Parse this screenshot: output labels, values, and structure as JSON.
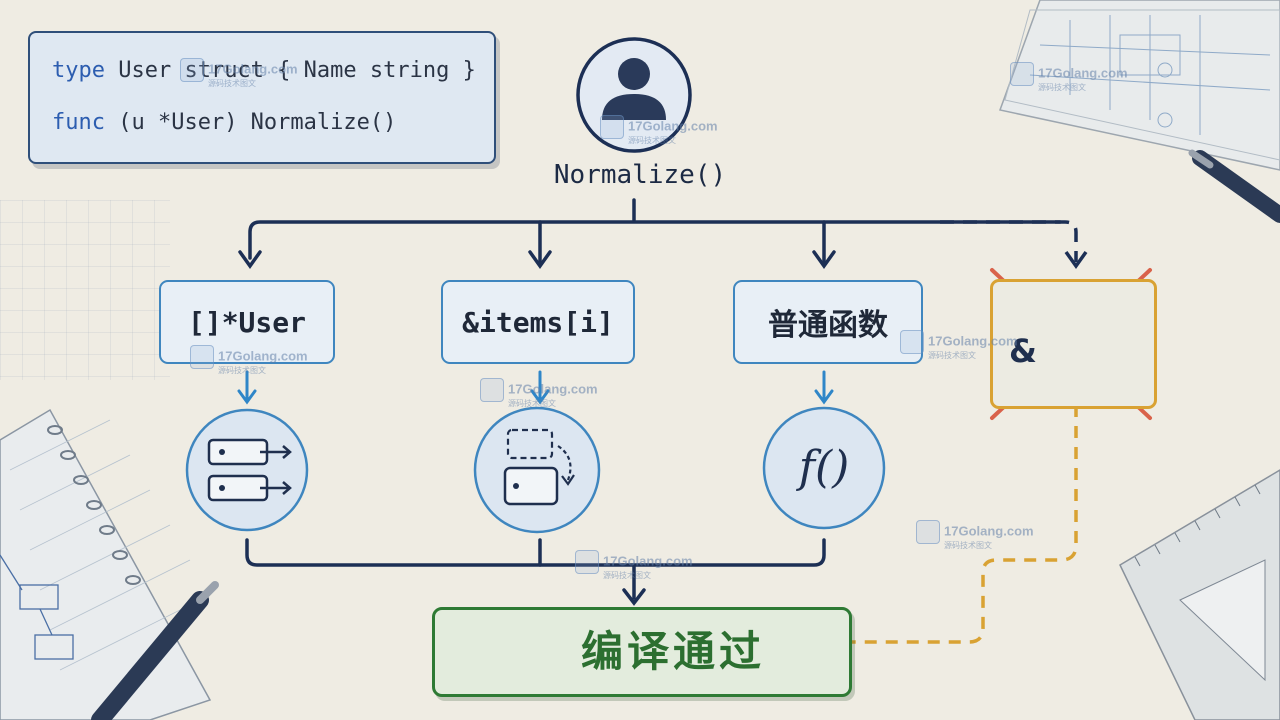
{
  "code": {
    "line1": {
      "kw": "type",
      "rest": " User struct { Name string }"
    },
    "line2": {
      "kw": "func",
      "rest": " (u *User) Normalize()"
    }
  },
  "actor": {
    "label": "Normalize()"
  },
  "branches": [
    {
      "label": "[]*User",
      "icon": "slice-of-pointers-icon"
    },
    {
      "label": "&items[i]",
      "icon": "address-of-element-icon"
    },
    {
      "label": "普通函数",
      "icon": "function-icon",
      "icon_text": "f()"
    },
    {
      "label": "&",
      "icon": "invalid-address-icon",
      "crossed_out": true
    }
  ],
  "result": {
    "label": "编译通过",
    "icon": "check-circle-icon"
  },
  "watermark": {
    "text": "17Golang.com",
    "sub": "源码技术图文"
  },
  "colors": {
    "navy": "#1c2f55",
    "node_border": "#3f86bf",
    "success": "#2e7a34",
    "warning": "#d9a233",
    "cross": "#d9624a"
  }
}
